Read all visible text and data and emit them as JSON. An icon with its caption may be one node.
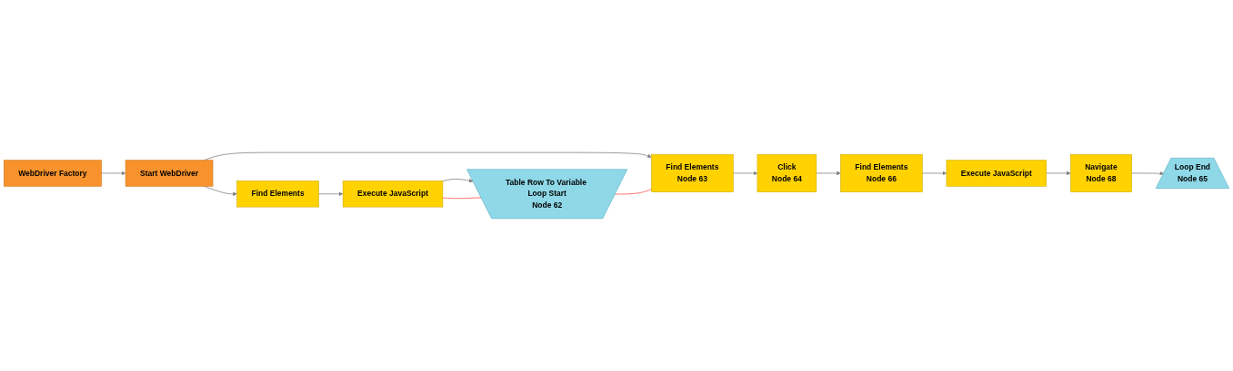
{
  "diagram": {
    "nodes": [
      {
        "text": [
          "WebDriver Factory"
        ]
      },
      {
        "text": [
          "Start WebDriver"
        ]
      },
      {
        "text": [
          "Find Elements",
          "Node 63"
        ]
      },
      {
        "text": [
          "Click",
          "Node 64"
        ]
      },
      {
        "text": [
          "Find Elements",
          "Node 66"
        ]
      },
      {
        "text": [
          "Execute JavaScript"
        ]
      },
      {
        "text": [
          "Navigate",
          "Node 68"
        ]
      },
      {
        "text": [
          "Loop End",
          "Node 65"
        ]
      },
      {
        "text": [
          "Find Elements"
        ]
      },
      {
        "text": [
          "Execute JavaScript"
        ]
      },
      {
        "text": [
          "Table Row To Variable Loop Start",
          "Node 62"
        ]
      }
    ],
    "edges": [
      {
        "from": 0,
        "to": 1,
        "arrow": "to"
      },
      {
        "from": 1,
        "to": 2,
        "arrow": "to"
      },
      {
        "from": 1,
        "to": 8,
        "arrow": "to"
      },
      {
        "from": 8,
        "to": 9,
        "arrow": "to"
      },
      {
        "from": 9,
        "to": 10,
        "arrow": "to"
      },
      {
        "from": 9,
        "to": 10,
        "arrow": "none",
        "color": "#ff4d4d"
      },
      {
        "from": 10,
        "to": 2,
        "arrow": "none",
        "color": "#ff4d4d"
      },
      {
        "from": 2,
        "to": 3,
        "arrow": "to"
      },
      {
        "from": 3,
        "to": 4,
        "arrow": "to"
      },
      {
        "from": 4,
        "to": 5,
        "arrow": "to"
      },
      {
        "from": 5,
        "to": 6,
        "arrow": "to"
      },
      {
        "from": 6,
        "to": 7,
        "arrow": "to"
      }
    ]
  }
}
